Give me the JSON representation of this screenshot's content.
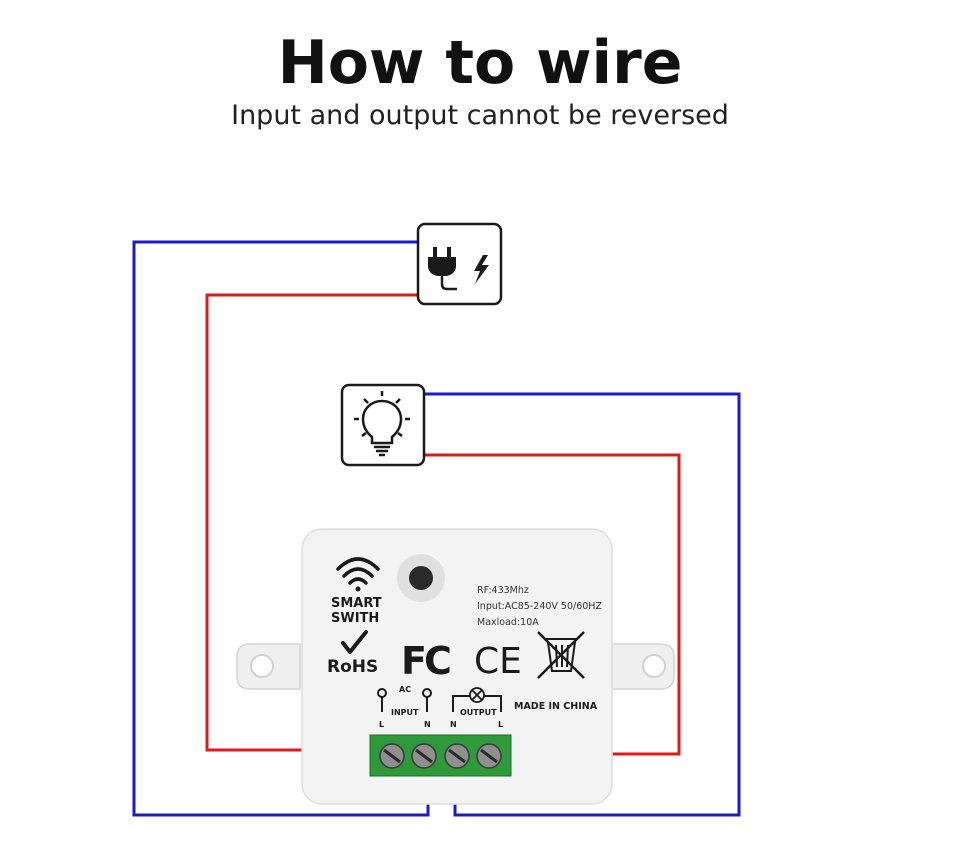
{
  "header": {
    "title": "How to wire",
    "subtitle": "Input and output cannot be reversed"
  },
  "colors": {
    "neutral_wire": "#1b1bc8",
    "live_wire": "#e01919",
    "terminal_block": "#2e9a3a",
    "module_body": "#f3f3f3",
    "icon_border": "#1a1a1a"
  },
  "icons": {
    "power_source": "plug-lightning-icon",
    "load": "light-bulb-icon",
    "wireless": "wifi-signal-icon",
    "recycle": "crossed-bin-icon"
  },
  "module": {
    "brand_line1": "SMART",
    "brand_line2": "SWITH",
    "rohs": "RoHS",
    "fcc": "FC",
    "ce": "CE",
    "specs": [
      "RF:433Mhz",
      "Input:AC85-240V 50/60HZ",
      "Maxload:10A"
    ],
    "ac_label": "AC",
    "input_label": "INPUT",
    "output_label": "OUTPUT",
    "made_in": "MADE IN CHINA",
    "terminals": [
      "L",
      "N",
      "N",
      "L"
    ]
  }
}
